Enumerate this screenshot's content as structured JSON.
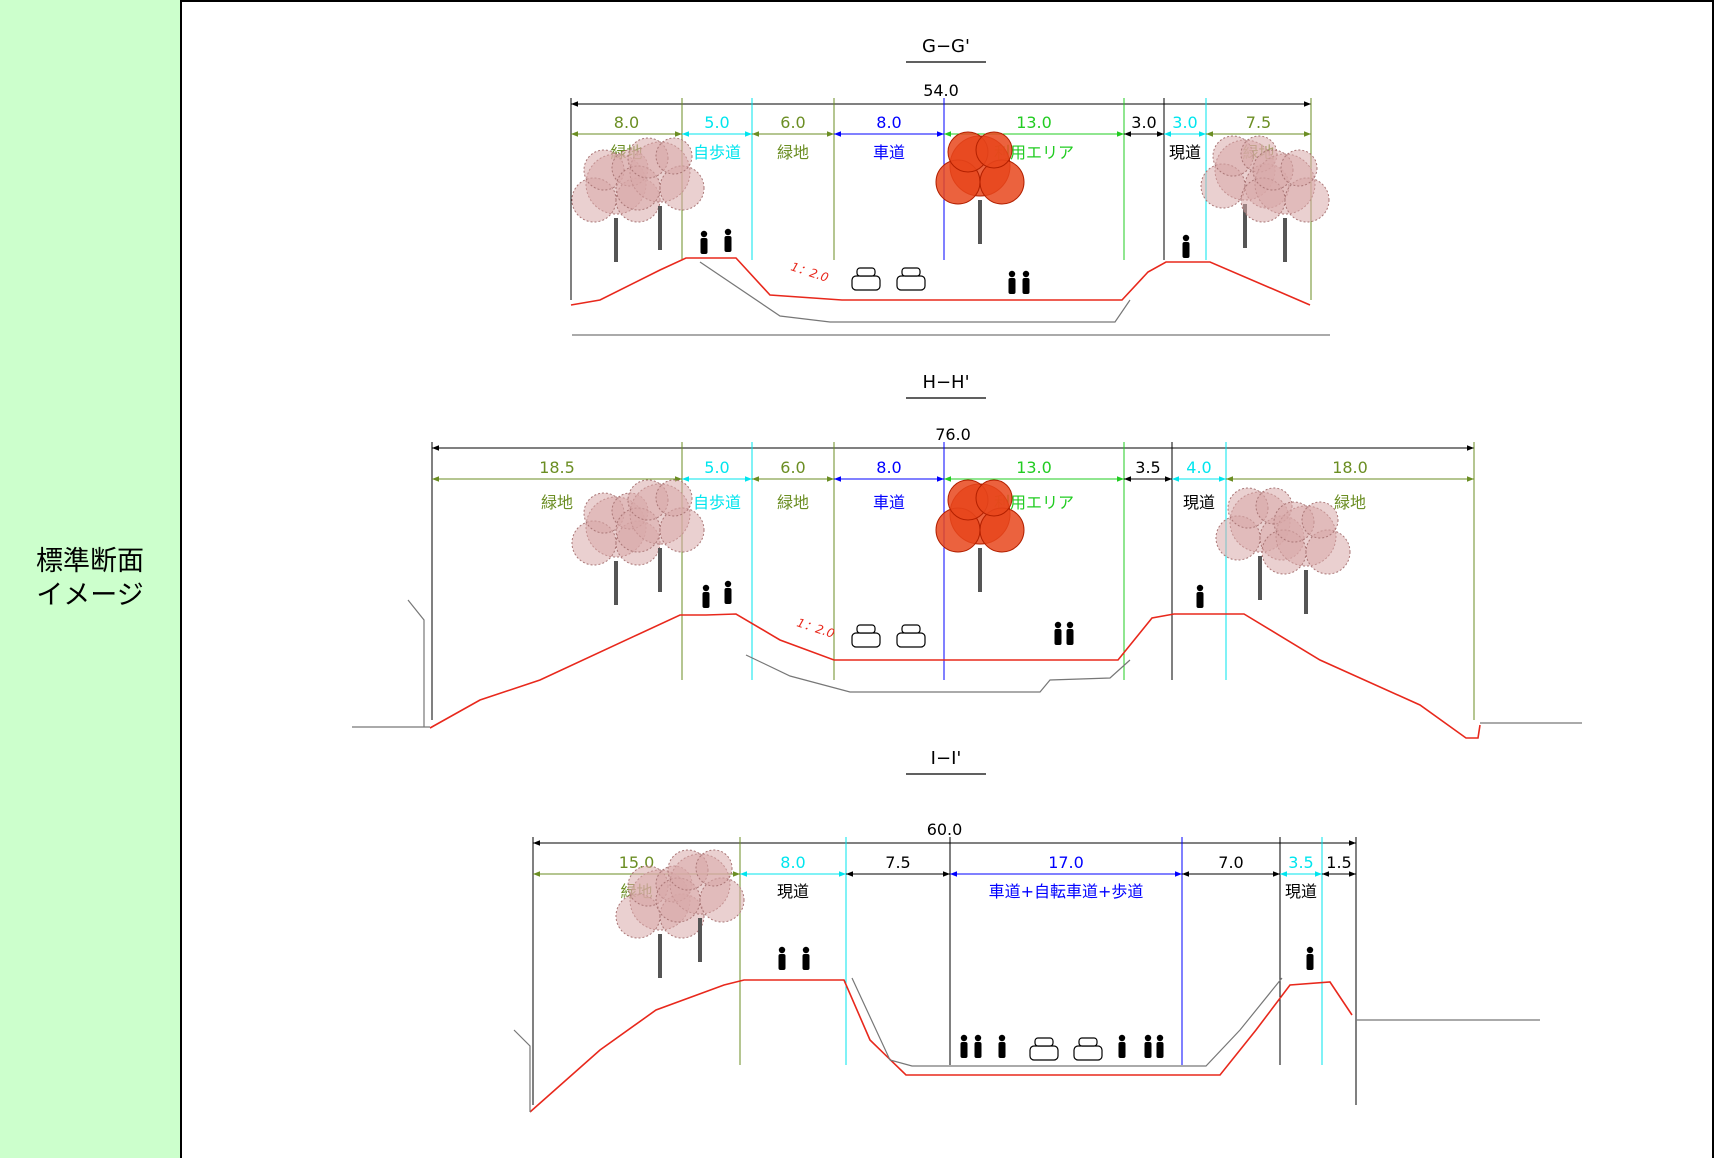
{
  "side_label": [
    "標準断面",
    "イメージ"
  ],
  "colors": {
    "green_strip": "#ccffcc",
    "green_space": "#6b8e23",
    "cycle_path": "#00e5ee",
    "road": "#0000ff",
    "use_area": "#22cc22",
    "ground": "#e8281c",
    "dim": "#000000"
  },
  "sections": [
    {
      "title": "G−G'",
      "total": "54.0",
      "segments": [
        {
          "w": "8.0",
          "label": "緑地",
          "color": "green_space"
        },
        {
          "w": "5.0",
          "label": "自歩道",
          "color": "cycle_path"
        },
        {
          "w": "6.0",
          "label": "緑地",
          "color": "green_space"
        },
        {
          "w": "8.0",
          "label": "車道",
          "color": "road"
        },
        {
          "w": "13.0",
          "label": "利用エリア",
          "color": "use_area"
        },
        {
          "w": "3.0",
          "label": "",
          "color": "dim"
        },
        {
          "w": "3.0",
          "label": "現道",
          "color": "cycle_path"
        },
        {
          "w": "7.5",
          "label": "緑地",
          "color": "green_space"
        }
      ],
      "slope": "1：2.0"
    },
    {
      "title": "H−H'",
      "total": "76.0",
      "segments": [
        {
          "w": "18.5",
          "label": "緑地",
          "color": "green_space"
        },
        {
          "w": "5.0",
          "label": "自歩道",
          "color": "cycle_path"
        },
        {
          "w": "6.0",
          "label": "緑地",
          "color": "green_space"
        },
        {
          "w": "8.0",
          "label": "車道",
          "color": "road"
        },
        {
          "w": "13.0",
          "label": "利用エリア",
          "color": "use_area"
        },
        {
          "w": "3.5",
          "label": "",
          "color": "dim"
        },
        {
          "w": "4.0",
          "label": "現道",
          "color": "cycle_path"
        },
        {
          "w": "18.0",
          "label": "緑地",
          "color": "green_space"
        }
      ],
      "slope": "1：2.0"
    },
    {
      "title": "I−I'",
      "total": "60.0",
      "segments": [
        {
          "w": "15.0",
          "label": "緑地",
          "color": "green_space"
        },
        {
          "w": "8.0",
          "label": "現道",
          "color": "cycle_path"
        },
        {
          "w": "7.5",
          "label": "",
          "color": "dim"
        },
        {
          "w": "17.0",
          "label": "車道+自転車道+歩道",
          "color": "road"
        },
        {
          "w": "7.0",
          "label": "",
          "color": "dim"
        },
        {
          "w": "3.5",
          "label": "現道",
          "color": "cycle_path"
        },
        {
          "w": "1.5",
          "label": "",
          "color": "dim"
        }
      ]
    }
  ]
}
